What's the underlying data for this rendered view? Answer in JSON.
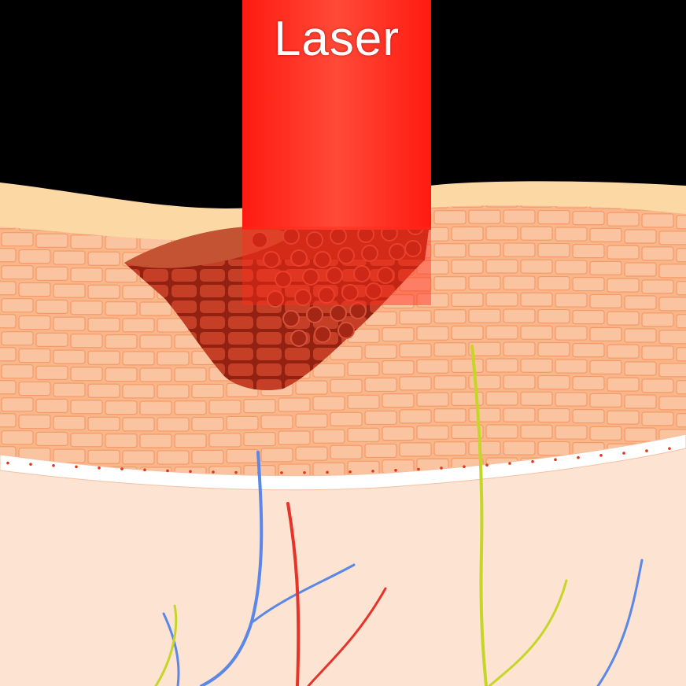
{
  "laser": {
    "label": "Laser",
    "beam_color": "#ff2419",
    "beam_glow_color": "#ff0000"
  },
  "colors": {
    "background": "#000000",
    "stratum_corneum": "#fcd8a4",
    "epidermis": "#f9b68a",
    "epidermis_cell_border": "#fbc9a5",
    "basal_layer": "#ffffff",
    "basal_dot": "#e2361b",
    "dermis": "#fde3d2",
    "damaged_tissue": "#c2321c",
    "damaged_cell": "#a42614",
    "nerve": "#c6d627",
    "vein": "#5a87e8",
    "artery": "#e8332a"
  },
  "vessels": [
    {
      "kind": "vein"
    },
    {
      "kind": "artery"
    },
    {
      "kind": "vein"
    },
    {
      "kind": "artery"
    },
    {
      "kind": "nerve"
    },
    {
      "kind": "nerve"
    },
    {
      "kind": "vein"
    },
    {
      "kind": "nerve"
    },
    {
      "kind": "vein"
    }
  ]
}
